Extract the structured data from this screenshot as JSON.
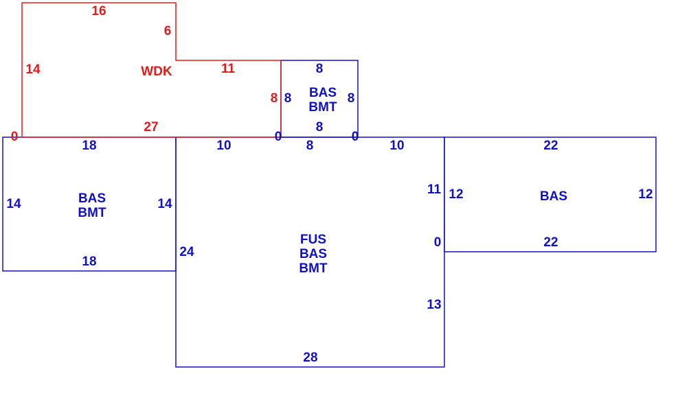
{
  "colors": {
    "wdk": "#e21b1b",
    "building": "#1010c8",
    "background": "#ffffff"
  },
  "wdk": {
    "name": "WDK",
    "dims": {
      "top": "16",
      "notch_drop": "6",
      "left": "14",
      "notch_run": "11",
      "right": "8",
      "bottom": "27",
      "corner_left": "0",
      "corner_right": "0"
    }
  },
  "bas_bmt_small": {
    "line1": "BAS",
    "line2": "BMT",
    "dims": {
      "top": "8",
      "left": "8",
      "right": "8",
      "bottom": "8",
      "corner_right": "0"
    }
  },
  "bas_bmt_left": {
    "line1": "BAS",
    "line2": "BMT",
    "dims": {
      "top": "18",
      "left": "14",
      "right": "14",
      "bottom": "18"
    }
  },
  "fus_main": {
    "line1": "FUS",
    "line2": "BAS",
    "line3": "BMT",
    "dims": {
      "top_left": "10",
      "top_mid": "8",
      "top_right": "10",
      "left": "24",
      "right_upper": "11",
      "right_corner": "0",
      "right_lower": "13",
      "bottom": "28"
    }
  },
  "bas_right": {
    "line1": "BAS",
    "dims": {
      "top": "22",
      "left": "12",
      "right": "12",
      "bottom": "22"
    }
  }
}
